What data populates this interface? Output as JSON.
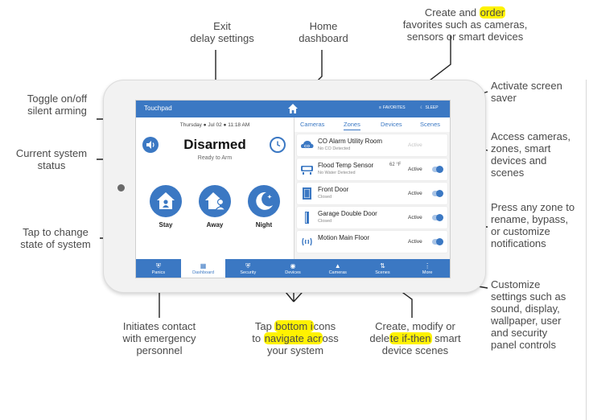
{
  "callouts": {
    "exit_delay": [
      "Exit",
      "delay settings"
    ],
    "home_dashboard": [
      "Home",
      "dashboard"
    ],
    "favorites": {
      "line1_pre": "Create and ",
      "line1_hl": "order",
      "line2": "favorites such as cameras,",
      "line3": "sensors or smart devices"
    },
    "screen_saver": [
      "Activate screen",
      "saver"
    ],
    "silent_arming": [
      "Toggle on/off",
      "silent arming"
    ],
    "system_status": [
      "Current system",
      "status"
    ],
    "access": [
      "Access cameras,",
      "zones, smart",
      "devices and",
      "scenes"
    ],
    "change_state": [
      "Tap to change",
      "state of system"
    ],
    "press_zone": [
      "Press any zone to",
      "rename, bypass,",
      "or customize",
      "notifications"
    ],
    "customize": [
      "Customize",
      "settings such as",
      "sound, display,",
      "wallpaper, user",
      "and security",
      "panel controls"
    ],
    "emergency": [
      "Initiates contact",
      "with emergency",
      "personnel"
    ],
    "bottom_icons": {
      "l1_pre": "Tap ",
      "l1_hl": "bottom i",
      "l1_post": "cons",
      "l2_pre": "to ",
      "l2_hl": "navigate acr",
      "l2_post": "oss",
      "l3": "your system"
    },
    "scenes": {
      "l1": "Create, modify or",
      "l2_pre": "dele",
      "l2_hl": "te if-then",
      "l2_post": " smart",
      "l3": "device scenes"
    }
  },
  "screen": {
    "topbar": {
      "title": "Touchpad",
      "favorites_label": "FAVORITES",
      "sleep_label": "SLEEP"
    },
    "date_line": "Thursday  ●  Jul 02  ●  11:18 AM",
    "status": "Disarmed",
    "substatus": "Ready to Arm",
    "modes": [
      "Stay",
      "Away",
      "Night"
    ],
    "tabs": [
      "Cameras",
      "Zones",
      "Devices",
      "Scenes"
    ],
    "active_tab": "Zones",
    "zones": [
      {
        "name": "CO Alarm Utility Room",
        "sub": "No CO Detected",
        "temp": "",
        "status": "Active",
        "dim": true,
        "icon": "co-icon"
      },
      {
        "name": "Flood Temp Sensor",
        "sub": "No Water Detected",
        "temp": "62 °F",
        "status": "Active",
        "dim": false,
        "icon": "flood-sensor-icon"
      },
      {
        "name": "Front Door",
        "sub": "Closed",
        "temp": "",
        "status": "Active",
        "dim": false,
        "icon": "door-icon"
      },
      {
        "name": "Garage Double Door",
        "sub": "Closed",
        "temp": "",
        "status": "Active",
        "dim": false,
        "icon": "garage-door-icon"
      },
      {
        "name": "Motion Main Floor",
        "sub": "",
        "temp": "",
        "status": "Active",
        "dim": false,
        "icon": "motion-icon"
      }
    ],
    "nav": [
      {
        "label": "Panics",
        "icon": "shield-icon"
      },
      {
        "label": "Dashboard",
        "icon": "dashboard-icon"
      },
      {
        "label": "Security",
        "icon": "security-shield-icon"
      },
      {
        "label": "Devices",
        "icon": "devices-icon"
      },
      {
        "label": "Cameras",
        "icon": "camera-icon"
      },
      {
        "label": "Scenes",
        "icon": "scenes-icon"
      },
      {
        "label": "More",
        "icon": "more-icon"
      }
    ],
    "active_nav": "Dashboard"
  },
  "colors": {
    "accent": "#3b78c3",
    "highlight": "#fff200",
    "callout_text": "#4a4a4a"
  }
}
